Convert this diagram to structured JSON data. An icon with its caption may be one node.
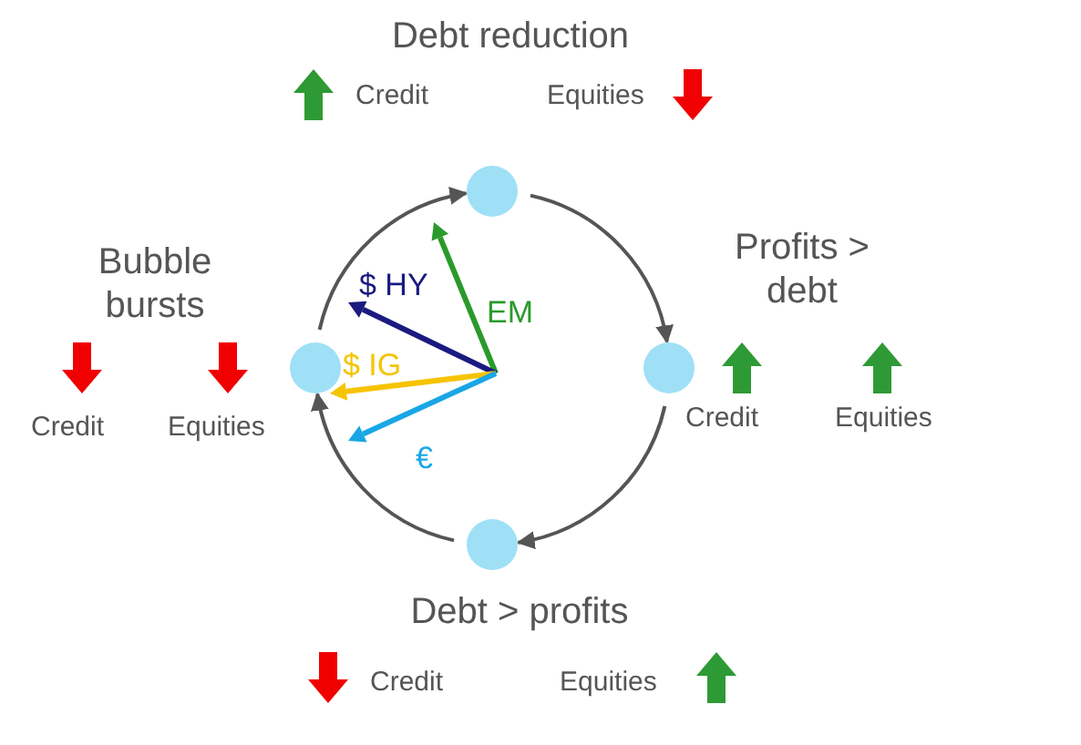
{
  "diagram": {
    "nodes": [
      {
        "text": [],
        "shape": "circle",
        "beside": [
          "Debt reduction",
          "Credit",
          "Equities"
        ]
      },
      {
        "text": [],
        "shape": "circle",
        "beside": [
          "Profits > debt",
          "Credit",
          "Equities"
        ]
      },
      {
        "text": [],
        "shape": "circle",
        "beside": [
          "Debt > profits",
          "Credit",
          "Equities"
        ]
      },
      {
        "text": [],
        "shape": "circle",
        "beside": [
          "Bubble bursts",
          "Credit",
          "Equities"
        ]
      }
    ],
    "edges": [
      {
        "from": 3,
        "to": 0,
        "arrow": "to"
      },
      {
        "from": 0,
        "to": 1,
        "arrow": "to"
      },
      {
        "from": 1,
        "to": 2,
        "arrow": "to"
      },
      {
        "from": 2,
        "to": 3,
        "arrow": "to"
      }
    ],
    "labels": [
      "$ HY",
      "EM",
      "$ IG",
      "€"
    ]
  }
}
